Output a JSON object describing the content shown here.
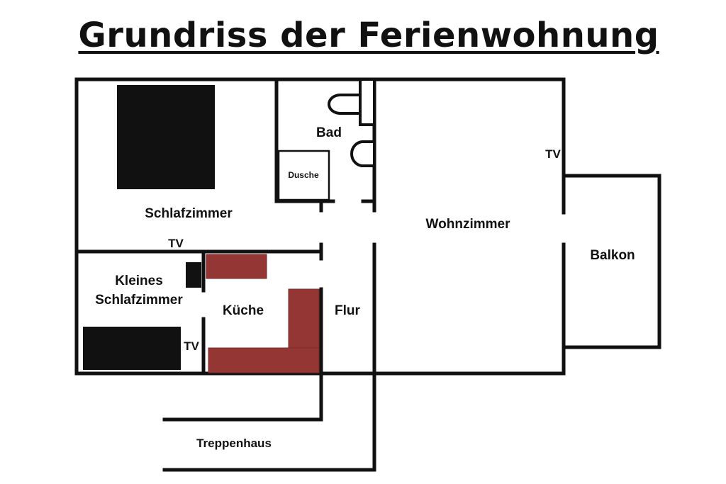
{
  "title": "Grundriss der Ferienwohnung",
  "rooms": {
    "schlafzimmer": "Schlafzimmer",
    "bad": "Bad",
    "dusche": "Dusche",
    "wohnzimmer": "Wohnzimmer",
    "balkon": "Balkon",
    "kleines_schlafzimmer_line1": "Kleines",
    "kleines_schlafzimmer_line2": "Schlafzimmer",
    "kueche": "Küche",
    "flur": "Flur",
    "treppenhaus": "Treppenhaus"
  },
  "tv_labels": {
    "schlafzimmer": "TV",
    "wohnzimmer": "TV",
    "kleines_schlafzimmer": "TV"
  },
  "colors": {
    "wall": "#111111",
    "furniture": "#111111",
    "kitchen": "#943634"
  }
}
